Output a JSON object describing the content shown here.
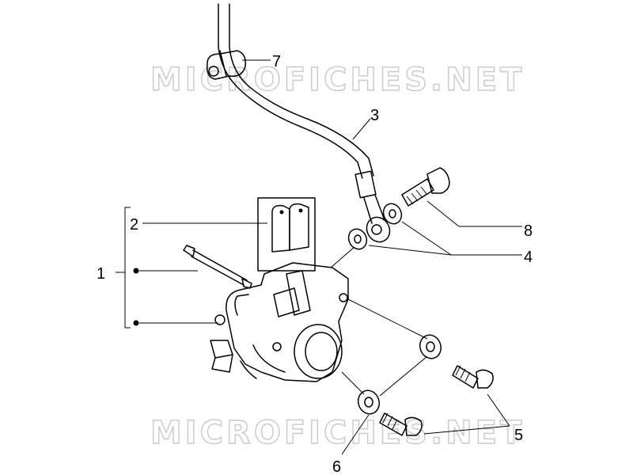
{
  "watermark": {
    "top": "MICROFICHES.NET",
    "bottom": "MICROFICHES.NET"
  },
  "callouts": {
    "c1": "1",
    "c2": "2",
    "c3": "3",
    "c4": "4",
    "c5": "5",
    "c6": "6",
    "c7": "7",
    "c8": "8"
  }
}
